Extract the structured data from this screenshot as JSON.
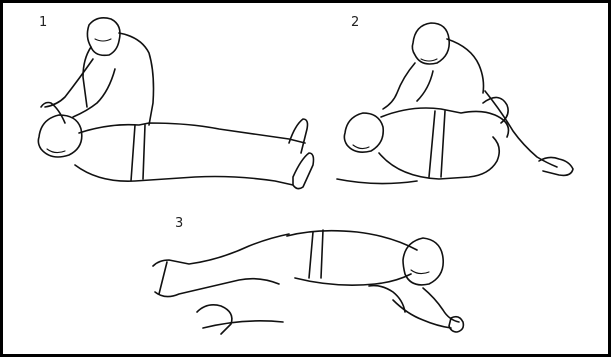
{
  "steps": [
    {
      "number": "1",
      "icon": "person-lying-on-back-with-helper-kneeling"
    },
    {
      "number": "2",
      "icon": "helper-rolling-person-onto-side"
    },
    {
      "number": "3",
      "icon": "person-in-recovery-position"
    }
  ]
}
